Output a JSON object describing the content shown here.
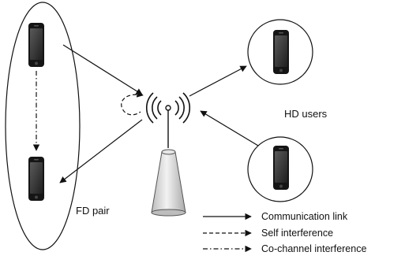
{
  "labels": {
    "hd_users": "HD users",
    "fd_pair": "FD pair"
  },
  "legend": {
    "communication_link": "Communication link",
    "self_interference": "Self interference",
    "co_channel_interference": "Co-channel interference"
  },
  "colors": {
    "line": "#111111",
    "phone_body": "#1a1a1a",
    "phone_screen": "#3a3a3a",
    "tower_fill": "#d9d9d9"
  },
  "icons": {
    "phone": "smartphone-icon",
    "base_station": "antenna-tower-icon"
  }
}
